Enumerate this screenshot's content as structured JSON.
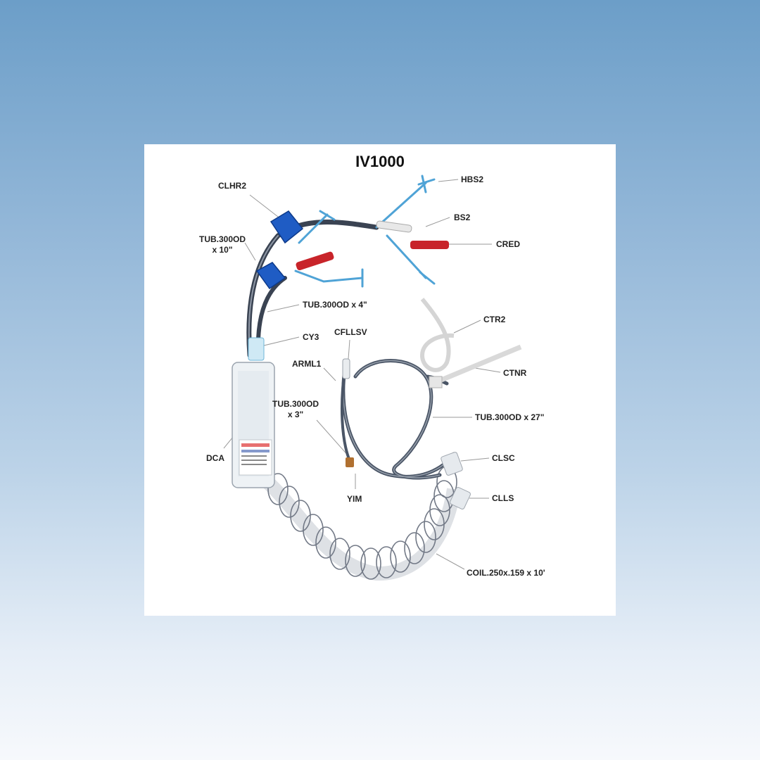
{
  "title": "IV1000",
  "labels": {
    "CLHR2": "CLHR2",
    "TUB10": "TUB.300OD\nx 10\"",
    "HBS2": "HBS2",
    "BS2": "BS2",
    "CRED": "CRED",
    "TUB4": "TUB.300OD x 4\"",
    "CY3": "CY3",
    "CFLLSV": "CFLLSV",
    "CTR2": "CTR2",
    "ARML1": "ARML1",
    "CTNR": "CTNR",
    "TUB3": "TUB.300OD\nx 3\"",
    "TUB27": "TUB.300OD x 27\"",
    "DCA": "DCA",
    "CLSC": "CLSC",
    "YIM": "YIM",
    "CLLS": "CLLS",
    "COIL": "COIL.250x.159 x 10'"
  },
  "colors": {
    "clamp_blue": "#1f5cc4",
    "spike_blue": "#4fa3d6",
    "cap_red": "#c8242a",
    "tube_gray": "#4a5566",
    "tie_white": "#dcdcdc"
  }
}
